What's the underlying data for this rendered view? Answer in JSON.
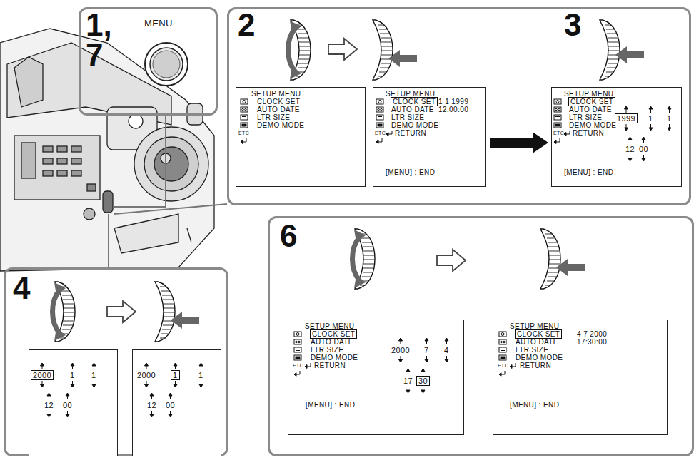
{
  "diagram": {
    "nodes": [
      {
        "text": [
          "1, 7",
          "MENU"
        ]
      },
      {
        "text": [
          "2",
          "3"
        ]
      },
      {
        "text": [
          "SETUP MENU",
          "CLOCK SET",
          "AUTO DATE",
          "LTR SIZE",
          "DEMO MODE",
          "ETC"
        ],
        "in": 1
      },
      {
        "text": [
          "SETUP MENU",
          "CLOCK SET",
          "1 1 1999",
          "12:00:00",
          "AUTO DATE",
          "LTR SIZE",
          "DEMO MODE",
          "RETURN",
          "ETC",
          "[MENU] : END"
        ],
        "in": 1
      },
      {
        "text": [
          "SETUP MENU",
          "CLOCK SET",
          "AUTO DATE",
          "LTR SIZE",
          "DEMO MODE",
          "RETURN",
          "ETC",
          "1999",
          "1",
          "1",
          "12",
          "00",
          "[MENU] : END"
        ],
        "in": 1
      },
      {
        "text": [
          "4"
        ]
      },
      {
        "text": [
          "2000",
          "1",
          "1",
          "12",
          "00"
        ],
        "in": 5
      },
      {
        "text": [
          "2000",
          "1",
          "1",
          "12",
          "00"
        ],
        "in": 5
      },
      {
        "text": [
          "6"
        ]
      },
      {
        "text": [
          "SETUP MENU",
          "CLOCK SET",
          "AUTO DATE",
          "LTR SIZE",
          "DEMO MODE",
          "RETURN",
          "ETC",
          "2000",
          "7",
          "4",
          "17",
          "30",
          "[MENU] : END"
        ],
        "in": 8
      },
      {
        "text": [
          "SETUP MENU",
          "CLOCK SET",
          "4 7 2000",
          "17:30:00",
          "AUTO DATE",
          "LTR SIZE",
          "DEMO MODE",
          "RETURN",
          "ETC",
          "[MENU] : END"
        ],
        "in": 8
      }
    ],
    "edges": [
      {
        "from": 3,
        "to": 4,
        "arrow": "to"
      }
    ]
  }
}
